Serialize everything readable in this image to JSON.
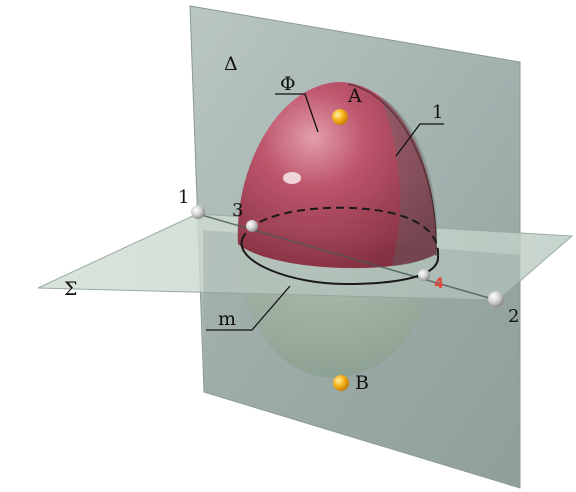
{
  "labels": {
    "plane_vertical": "Δ",
    "plane_horizontal": "Σ",
    "surface": "Φ",
    "point_a": "A",
    "point_b": "B",
    "curve_m": "m",
    "meridian_1": "1",
    "point_1": "1",
    "point_2": "2",
    "point_3": "3",
    "point_4": "4"
  },
  "colors": {
    "vertical_plane": "#a9b8b6",
    "horizontal_plane": "#c9d8cf",
    "ellipsoid_upper": "#b03a52",
    "ellipsoid_lower": "#9bb597",
    "point_gold": "#f2a516",
    "point_silver": "#c8c8c8",
    "section_curve": "#1a1a1a"
  }
}
